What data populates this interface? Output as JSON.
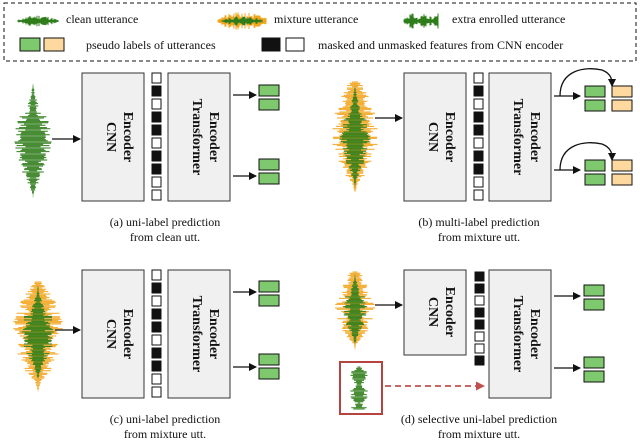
{
  "legend": {
    "clean": "clean utterance",
    "mixture": "mixture utterance",
    "enrolled": "extra enrolled utterance",
    "pseudo": "pseudo labels of utterances",
    "masked": "masked and unmasked features from CNN encoder"
  },
  "encoder": {
    "cnn_line1": "CNN",
    "cnn_line2": "Encoder",
    "tr_line1": "Transformer",
    "tr_line2": "Encoder"
  },
  "panels": [
    {
      "caption1": "(a) uni-label prediction",
      "caption2": "from clean utt."
    },
    {
      "caption1": "(b) multi-label prediction",
      "caption2": "from mixture utt."
    },
    {
      "caption1": "(c) uni-label prediction",
      "caption2": "from mixture utt."
    },
    {
      "caption1": "(d) selective uni-label prediction",
      "caption2": "from mixture utt."
    }
  ],
  "colors": {
    "clean": "#2e7d1a",
    "mixture": "#f2a51f",
    "label_green": "#7ec86e",
    "label_orange": "#fdd9a0",
    "box_fill": "#f0f0f0",
    "enroll_border": "#b5443f",
    "dashed_arrow": "#c0504d"
  }
}
